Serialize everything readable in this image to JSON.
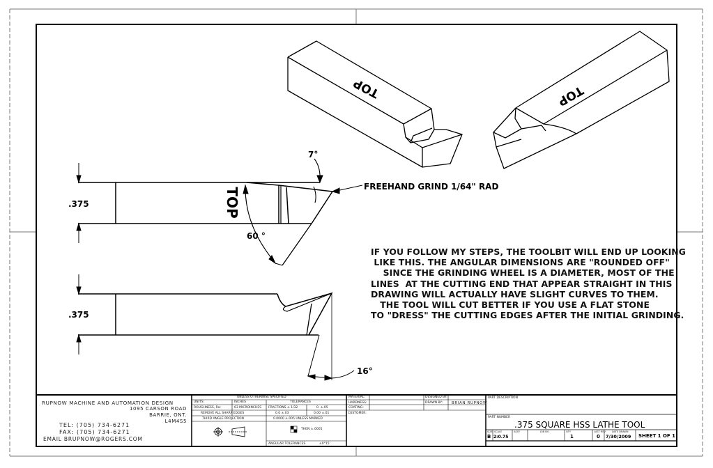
{
  "drawing": {
    "isometric_views": [
      {
        "label": "TOP"
      },
      {
        "label": "TOP"
      }
    ],
    "side_view": {
      "label": "TOP",
      "height_dim": ".375",
      "angle_top": "7°",
      "angle_bottom": "60 °",
      "callout": "FREEHAND GRIND  1/64\" RAD"
    },
    "front_view": {
      "height_dim": ".375",
      "angle": "16°"
    },
    "notes": [
      "IF YOU FOLLOW MY STEPS, THE TOOLBIT WILL END UP LOOKING",
      " LIKE THIS. THE ANGULAR DIMENSIONS ARE \"ROUNDED OFF\"",
      "    SINCE THE GRINDING WHEEL IS A DIAMETER, MOST OF THE",
      "LINES  AT THE CUTTING END THAT APPEAR STRAIGHT IN THIS",
      "DRAWING WILL ACTUALLY HAVE SLIGHT CURVES TO THEM.",
      "   THE TOOL WILL CUT BETTER IF YOU USE A FLAT STONE",
      "TO \"DRESS\" THE CUTTING EDGES AFTER THE INITIAL GRINDING."
    ]
  },
  "title_block": {
    "company": {
      "name": "RUPNOW MACHINE AND AUTOMATION DESIGN",
      "address1": "1095 CARSON ROAD",
      "address2": "BARRIE, ONT.",
      "postal": "L4M4S5",
      "tel": "TEL: (705) 734-6271",
      "fax": "FAX: (705) 734-6271",
      "email": "EMAIL brupnow@rogers.com"
    },
    "specs": {
      "header": "UNLESS OTHERWISE SPECIFIED",
      "units_label": "UNITS:",
      "units_value": "INCHES",
      "roughness_label": "ROUGHNESS, Ra:",
      "roughness_value": "63 MICROINCHES",
      "remove_edges": "REMOVE ALL SHARP EDGES",
      "projection": "THIRD ANGLE PROJECTION",
      "tolerances_header": "TOLERANCES",
      "fractions": "FRACTIONS ± 1/32",
      "tol_0": "0.  ±.05",
      "tol_00": "0.0  ±.03",
      "tol_000": "0.00  ±.01",
      "tol_0000": "0.0000   ±.005 UNLESS MARKED",
      "then": "THEN  ±.0005",
      "angular_label": "ANGULAR TOLERANCES",
      "angular_value": "±0°15'"
    },
    "material": {
      "material_label": "MATERIAL:",
      "material_value": "",
      "hardness_label": "HARDNESS:",
      "hardness_value": "",
      "coating_label": "COATING:",
      "coating_value": "",
      "designed_label": "DESIGNED BY:",
      "designed_value": "",
      "drawn_label": "DRAWN BY:",
      "drawn_value": "BRIAN RUPNOW",
      "customer_label": "CUSTOMER:"
    },
    "part": {
      "description_label": "PART DESCRIPTION",
      "number_label": "PART NUMBER",
      "title": ".375 SQUARE HSS LATHE TOOL",
      "size_label": "SIZE",
      "size": "B",
      "scale_label": "SCALE",
      "scale": "2:0.75",
      "assy_label": "ASSY",
      "job_label": "JOB NO.",
      "qty_label": "QTY",
      "qty": "1",
      "rev_label": "LAST REV",
      "rev": "0",
      "date_label": "DATE DRAWN",
      "date": "7/30/2009",
      "sheet": "SHEET 1 OF  1"
    }
  }
}
